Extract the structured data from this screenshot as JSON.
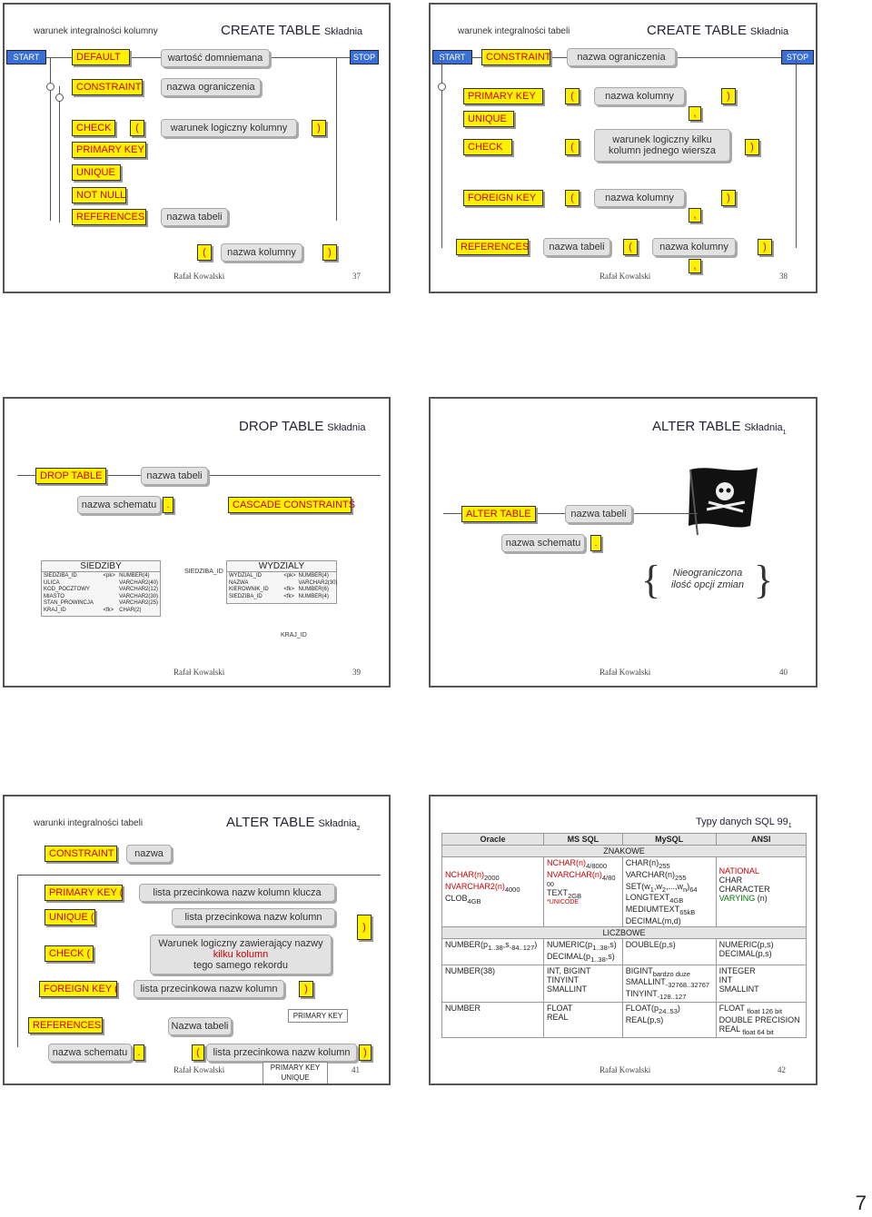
{
  "s37": {
    "left_title": "warunek integralności kolumny",
    "title": "CREATE TABLE",
    "title_suffix": "Składnia",
    "start": "START",
    "default": "DEFAULT",
    "default_value": "wartość domniemana",
    "stop": "STOP",
    "constraint": "CONSTRAINT",
    "constraint_name": "nazwa ograniczenia",
    "check": "CHECK",
    "lparen": "(",
    "rparen": ")",
    "check_cond": "warunek logiczny kolumny",
    "primary_key": "PRIMARY KEY",
    "unique": "UNIQUE",
    "not_null": "NOT NULL",
    "references": "REFERENCES",
    "table_name": "nazwa tabeli",
    "column_name": "nazwa kolumny",
    "author": "Rafał Kowalski",
    "page": "37"
  },
  "s38": {
    "left_title": "warunek integralności tabeli",
    "title": "CREATE TABLE",
    "title_suffix": "Składnia",
    "start": "START",
    "constraint": "CONSTRAINT",
    "constraint_name": "nazwa ograniczenia",
    "stop": "STOP",
    "primary_key": "PRIMARY KEY",
    "unique": "UNIQUE",
    "check": "CHECK",
    "foreign_key": "FOREIGN KEY",
    "references": "REFERENCES",
    "lparen": "(",
    "rparen": ")",
    "comma": ",",
    "column_name": "nazwa kolumny",
    "check_cond": "warunek logiczny kilku kolumn jednego wiersza",
    "table_name": "nazwa tabeli",
    "author": "Rafał Kowalski",
    "page": "38"
  },
  "s39": {
    "title": "DROP TABLE",
    "title_suffix": "Składnia",
    "drop_table": "DROP TABLE",
    "table_name": "nazwa tabeli",
    "schema_name": "nazwa schematu",
    "dot": ".",
    "cascade": "CASCADE CONSTRAINTS",
    "siedziby": {
      "name": "SIEDZIBY",
      "rows": [
        [
          "SIEDZIBA_ID",
          "<pk>",
          "NUMBER(4)"
        ],
        [
          "ULICA",
          "",
          "VARCHAR2(40)"
        ],
        [
          "KOD_POCZTOWY",
          "",
          "VARCHAR2(12)"
        ],
        [
          "MIASTO",
          "",
          "VARCHAR2(30)"
        ],
        [
          "STAN_PROWINCJA",
          "",
          "VARCHAR2(25)"
        ],
        [
          "KRAJ_ID",
          "<fk>",
          "CHAR(2)"
        ]
      ]
    },
    "wydzialy": {
      "name": "WYDZIALY",
      "rows": [
        [
          "WYDZIAL_ID",
          "<pk>",
          "NUMBER(4)"
        ],
        [
          "NAZWA",
          "",
          "VARCHAR2(30)"
        ],
        [
          "KIEROWNIK_ID",
          "<fk>",
          "NUMBER(6)"
        ],
        [
          "SIEDZIBA_ID",
          "<fk>",
          "NUMBER(4)"
        ]
      ]
    },
    "link_label": "SIEDZIBA_ID",
    "kraj_label": "KRAJ_ID",
    "author": "Rafał Kowalski",
    "page": "39"
  },
  "s40": {
    "title": "ALTER TABLE",
    "title_suffix": "Składnia",
    "title_sub": "1",
    "alter_table": "ALTER TABLE",
    "table_name": "nazwa tabeli",
    "schema_name": "nazwa schematu",
    "dot": ".",
    "brace_l": "{",
    "brace_r": "}",
    "options": "Nieograniczona ilość opcji zmian",
    "author": "Rafał Kowalski",
    "page": "40"
  },
  "s41": {
    "left_title": "warunki integralności tabeli",
    "title": "ALTER TABLE",
    "title_suffix": "Składnia",
    "title_sub": "2",
    "constraint": "CONSTRAINT",
    "name": "nazwa",
    "pk": "PRIMARY KEY (",
    "pk_list": "lista przecinkowa nazw kolumn klucza",
    "uq": "UNIQUE (",
    "uq_list": "lista przecinkowa nazw kolumn",
    "ck": "CHECK (",
    "ck_cond1": "Warunek logiczny zawierający nazwy",
    "ck_cond2": "kilku kolumn",
    "ck_cond3": "tego samego rekordu",
    "fk": "FOREIGN KEY (",
    "fk_list": "lista przecinkowa nazw kolumn",
    "rparen": ")",
    "lparen": "(",
    "references": "REFERENCES",
    "table_name": "Nazwa tabeli",
    "schema_name": "nazwa schematu",
    "dot": ".",
    "ref_list": "lista przecinkowa nazw kolumn",
    "pk_note": "PRIMARY KEY",
    "pk_note2": "PRIMARY KEY",
    "uq_note2": "UNIQUE",
    "author": "Rafał Kowalski",
    "page": "41"
  },
  "s42": {
    "title": "Typy danych SQL 99",
    "title_sub": "1",
    "headers": [
      "Oracle",
      "MS SQL",
      "MySQL",
      "ANSI"
    ],
    "sec1": "ZNAKOWE",
    "sec2": "LICZBOWE",
    "oracle_char": [
      "NCHAR(n)",
      "2000",
      "NVARCHAR2(n)",
      "4000",
      "CLOB",
      "4GB"
    ],
    "mssql_char": [
      "NCHAR(n)",
      "4/8000",
      "NVARCHAR(n)",
      "4/80",
      "00",
      "TEXT",
      "2GB",
      "*UNICODE"
    ],
    "mysql_char": [
      "CHAR(n)",
      "255",
      "VARCHAR(n)",
      "255",
      "SET(w",
      "1",
      ",w",
      "2",
      ",...,w",
      "n",
      ")",
      "64",
      "LONGTEXT",
      "4GB",
      "MEDIUMTEXT",
      "65kB",
      "DECIMAL(m,d)"
    ],
    "ansi_char": [
      "NATIONAL",
      "CHAR",
      "CHARACTER",
      "VARYING",
      "(n)"
    ],
    "num_rows": [
      {
        "oracle": [
          "NUMBER(p",
          "1..38",
          ",s",
          "-84..127",
          ")"
        ],
        "mssql": [
          "NUMERIC(p",
          "1..38",
          ",s)",
          "DECIMAL(p",
          "1..38",
          ",s)"
        ],
        "mysql": [
          "DOUBLE(p,s)"
        ],
        "ansi": [
          "NUMERIC(p,s)",
          "DECIMAL(p,s)"
        ]
      },
      {
        "oracle": [
          "NUMBER(38)"
        ],
        "mssql": [
          "INT, BIGINT",
          "TINYINT",
          "SMALLINT"
        ],
        "mysql": [
          "BIGINT",
          "bardzo duże",
          "SMALLINT",
          "-32768..32767",
          "TINYINT",
          "-128..127"
        ],
        "ansi": [
          "INTEGER",
          "INT",
          "SMALLINT"
        ]
      },
      {
        "oracle": [
          "NUMBER"
        ],
        "mssql": [
          "FLOAT",
          "REAL"
        ],
        "mysql": [
          "FLOAT(p",
          "24..53",
          ")",
          "REAL(p,s)"
        ],
        "ansi": [
          "FLOAT",
          "float 126 bit",
          "DOUBLE PRECISION",
          "REAL",
          "float 64 bit"
        ]
      }
    ],
    "author": "Rafał Kowalski",
    "page": "42"
  },
  "page_number": "7",
  "colors": {
    "keyword_bg": "#fff200",
    "keyword_fg": "#cc0000",
    "terminal_bg": "#3b6fd8",
    "param_bg": "#e2e2e2"
  }
}
